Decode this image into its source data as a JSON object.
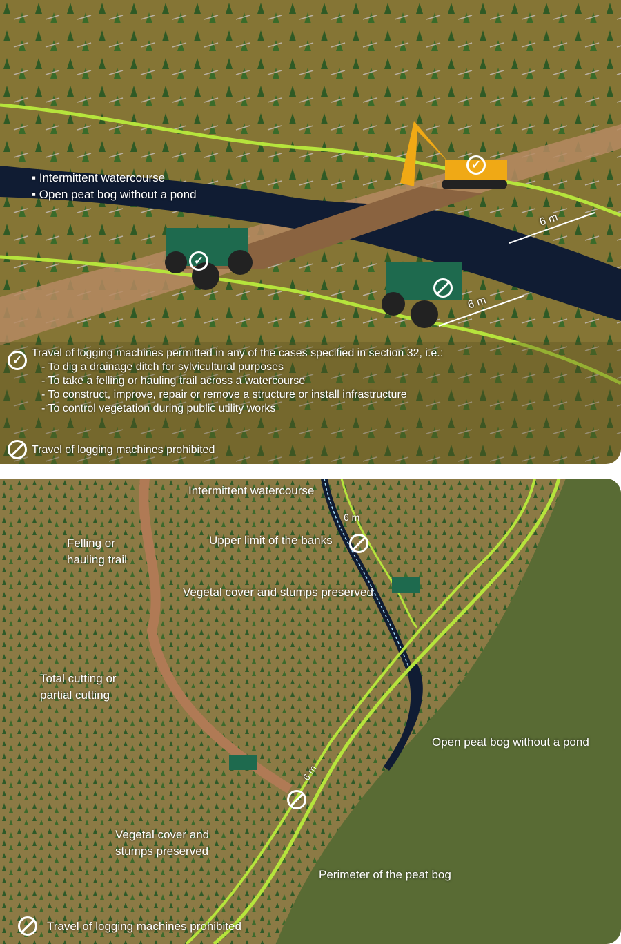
{
  "top_panel": {
    "legend_items": [
      "Intermittent watercourse",
      "Open peat bog without a pond"
    ],
    "measure_1": "6 m",
    "measure_2": "6 m",
    "permitted": {
      "title": "Travel of logging machines permitted in any of the cases specified in section 32, i.e.:",
      "cases": [
        "- To dig a drainage ditch for sylvicultural purposes",
        "- To take a felling or hauling trail across a watercourse",
        "- To construct, improve, repair or remove a structure or install infrastructure",
        "- To control vegetation during public utility works"
      ]
    },
    "prohibited": "Travel of logging machines prohibited"
  },
  "bottom_panel": {
    "labels": {
      "watercourse": "Intermittent watercourse",
      "measure_top": "6 m",
      "banks": "Upper limit of the banks",
      "trail_1": "Felling or",
      "trail_2": "hauling trail",
      "vegetal_top": "Vegetal cover and stumps preserved",
      "cutting_1": "Total cutting or",
      "cutting_2": "partial cutting",
      "peat_bog": "Open peat bog without a pond",
      "measure_bottom": "6 m",
      "vegetal_b1": "Vegetal cover and",
      "vegetal_b2": "stumps preserved",
      "perimeter": "Perimeter of the peat bog"
    },
    "prohibited": "Travel of logging machines prohibited"
  },
  "colors": {
    "grass": "#8a7a3a",
    "water": "#101c33",
    "buffer_line": "#b6e43c",
    "trail": "#b58a62"
  }
}
